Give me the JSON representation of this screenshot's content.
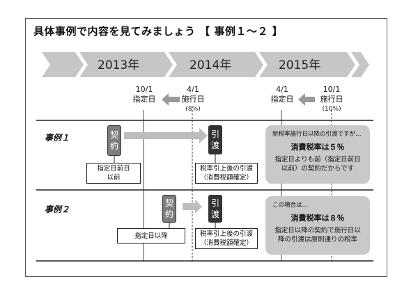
{
  "title": "具体事例で内容を見てみましょう 【 事例１～２ 】",
  "years": [
    "2013年",
    "2014年",
    "2015年"
  ],
  "colors": {
    "band": "#c6c6c6",
    "dark_tag": "#333333",
    "mid_tag": "#7d7d7d",
    "note_bg": "#c9c9c9",
    "arrow_gray": "#b0b0b0"
  },
  "markers": {
    "m1": {
      "date": "10/1",
      "label": "指定日"
    },
    "m2": {
      "date": "4/1",
      "label": "施行日",
      "rate": "(8%)"
    },
    "m3": {
      "date": "4/1",
      "label": "指定日"
    },
    "m4": {
      "date": "10/1",
      "label": "施行日",
      "rate": "(10%)"
    }
  },
  "cases": [
    {
      "label": "事例１",
      "contract_tag": [
        "契",
        "約"
      ],
      "delivery_tag": [
        "引",
        "渡"
      ],
      "contract_box": [
        "指定日前日",
        "以前"
      ],
      "delivery_box": [
        "税率引上後の引渡",
        "（消費税額確定）"
      ],
      "note_header": "新税率施行日以降の引渡ですが…",
      "note_main": "消費税率は５％",
      "note_body": [
        "指定日よりも前（指定日前日",
        "以前）の契約だからです"
      ]
    },
    {
      "label": "事例２",
      "contract_tag": [
        "契",
        "約"
      ],
      "delivery_tag": [
        "引",
        "渡"
      ],
      "contract_box": [
        "指定日以降"
      ],
      "delivery_box": [
        "税率引上後の引渡",
        "（消費税額確定）"
      ],
      "note_header": "この場合は…",
      "note_main": "消費税率は８％",
      "note_body": [
        "指定日以降の契約で施行日以",
        "降の引渡は原則通りの税率"
      ]
    }
  ]
}
